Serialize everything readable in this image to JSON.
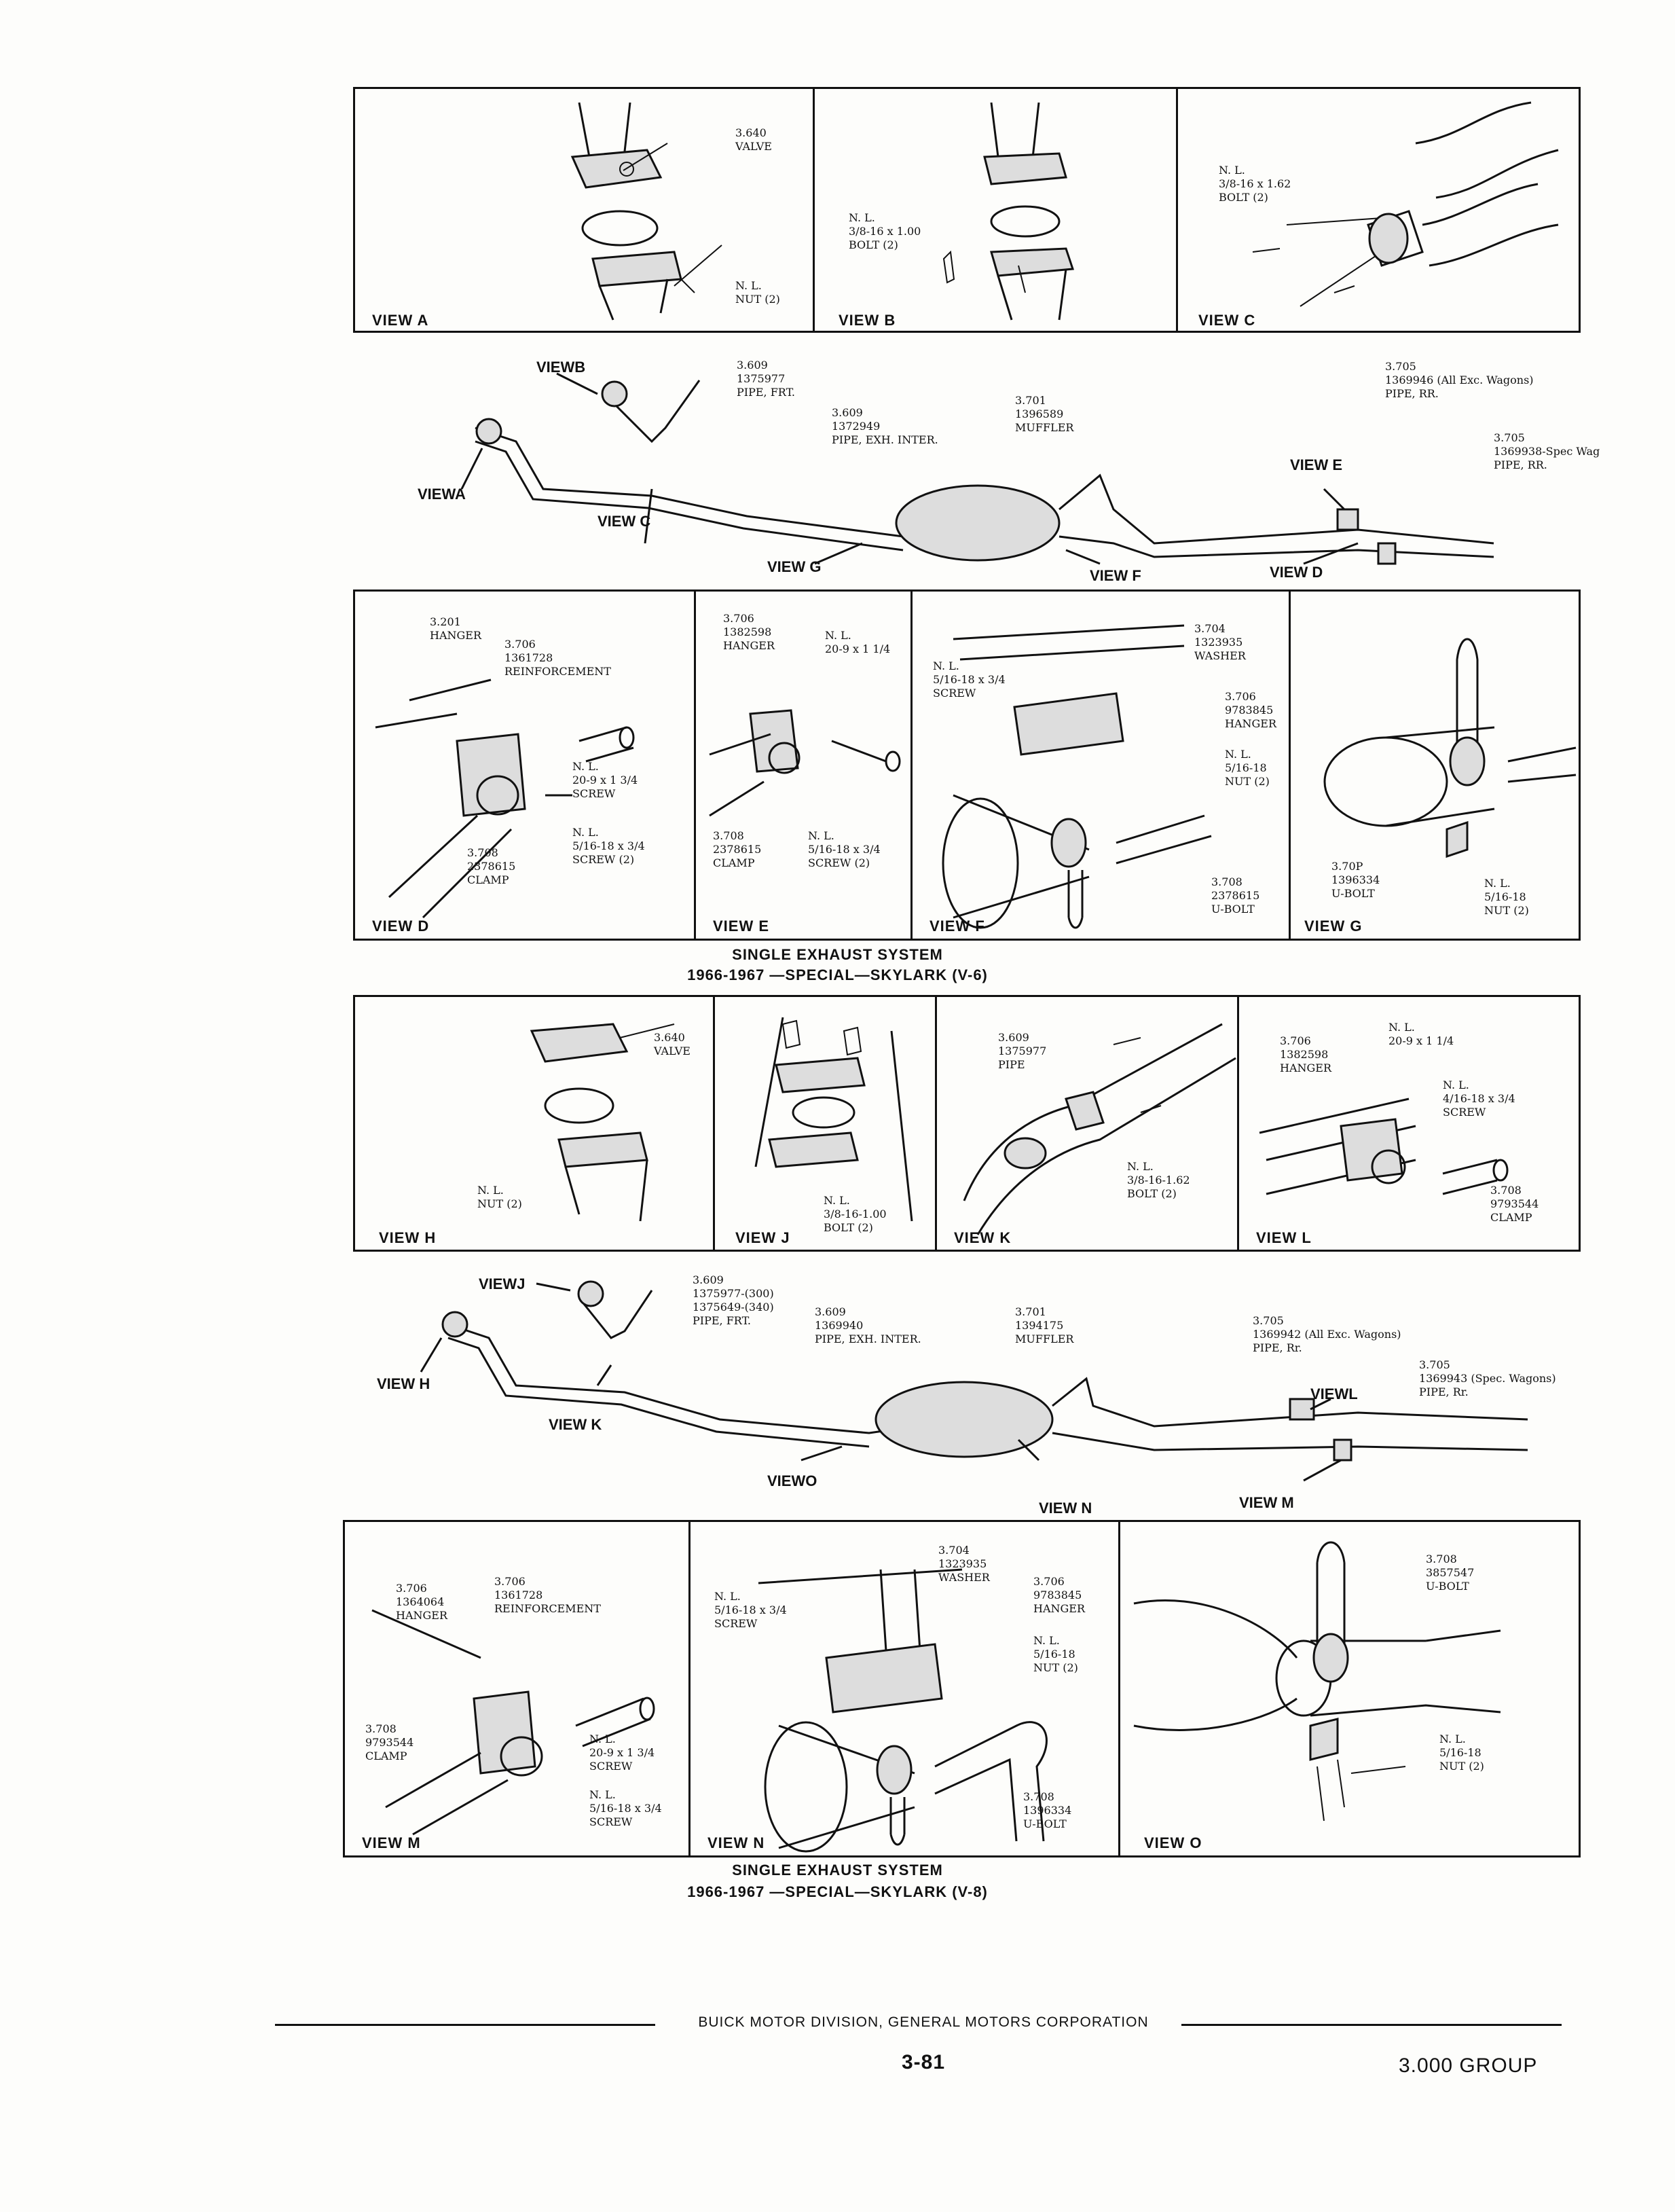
{
  "v6": {
    "caption_line1": "SINGLE EXHAUST SYSTEM",
    "caption_line2": "1966-1967 —SPECIAL—SKYLARK (V-6)",
    "view_a": {
      "label": "VIEW A",
      "valve": "3.640\nVALVE",
      "nut": "N. L.\nNUT (2)"
    },
    "view_b": {
      "label": "VIEW B",
      "bolt": "N. L.\n3/8-16 x 1.00\nBOLT (2)"
    },
    "view_c": {
      "label": "VIEW C",
      "bolt": "N. L.\n3/8-16 x 1.62\nBOLT (2)"
    },
    "overview": {
      "arrow_viewb": "VIEWB",
      "arrow_viewa": "VIEWA",
      "arrow_viewc": "VIEW C",
      "arrow_viewg": "VIEW G",
      "arrow_viewf": "VIEW F",
      "arrow_viewe": "VIEW E",
      "arrow_viewd": "VIEW D",
      "pipe_frt": "3.609\n1375977\nPIPE, FRT.",
      "pipe_inter": "3.609\n1372949\nPIPE, EXH. INTER.",
      "muffler": "3.701\n1396589\nMUFFLER",
      "pipe_rr1": "3.705\n1369946 (All Exc. Wagons)\nPIPE, RR.",
      "pipe_rr2": "3.705\n1369938-Spec Wag\nPIPE, RR."
    },
    "view_d": {
      "label": "VIEW D",
      "hanger": "3.201\nHANGER",
      "reinf": "3.706\n1361728\nREINFORCEMENT",
      "screw1": "N. L.\n20-9 x 1 3/4\nSCREW",
      "screw2": "N. L.\n5/16-18 x 3/4\nSCREW (2)",
      "clamp": "3.708\n2378615\nCLAMP"
    },
    "view_e": {
      "label": "VIEW E",
      "hanger": "3.706\n1382598\nHANGER",
      "nl": "N. L.\n20-9 x 1 1/4",
      "clamp": "3.708\n2378615\nCLAMP",
      "screw": "N. L.\n5/16-18 x 3/4\nSCREW (2)"
    },
    "view_f": {
      "label": "VIEW F",
      "screw": "N. L.\n5/16-18 x 3/4\nSCREW",
      "washer": "3.704\n1323935\nWASHER",
      "hanger": "3.706\n9783845\nHANGER",
      "nut": "N. L.\n5/16-18\nNUT (2)",
      "ubolt": "3.708\n2378615\nU-BOLT"
    },
    "view_g": {
      "label": "VIEW G",
      "ubolt": "3.70P\n1396334\nU-BOLT",
      "nut": "N. L.\n5/16-18\nNUT (2)"
    }
  },
  "v8": {
    "caption_line1": "SINGLE EXHAUST SYSTEM",
    "caption_line2": "1966-1967 —SPECIAL—SKYLARK (V-8)",
    "view_h": {
      "label": "VIEW H",
      "valve": "3.640\nVALVE",
      "nut": "N. L.\nNUT (2)"
    },
    "view_j": {
      "label": "VIEW J",
      "bolt": "N. L.\n3/8-16-1.00\nBOLT (2)"
    },
    "view_k": {
      "label": "VIEW K",
      "pipe": "3.609\n1375977\nPIPE",
      "bolt": "N. L.\n3/8-16-1.62\nBOLT (2)"
    },
    "view_l": {
      "label": "VIEW L",
      "hanger": "3.706\n1382598\nHANGER",
      "nl1": "N. L.\n20-9 x 1 1/4",
      "screw": "N. L.\n4/16-18 x 3/4\nSCREW",
      "clamp": "3.708\n9793544\nCLAMP"
    },
    "overview": {
      "arrow_viewj": "VIEWJ",
      "arrow_viewh": "VIEW H",
      "arrow_viewk": "VIEW K",
      "arrow_viewo": "VIEWO",
      "arrow_viewn": "VIEW N",
      "arrow_viewl": "VIEWL",
      "arrow_viewm": "VIEW M",
      "pipe_frt": "3.609\n1375977-(300)\n1375649-(340)\nPIPE, FRT.",
      "pipe_inter": "3.609\n1369940\nPIPE, EXH. INTER.",
      "muffler": "3.701\n1394175\nMUFFLER",
      "pipe_rr1": "3.705\n1369942 (All Exc. Wagons)\nPIPE, Rr.",
      "pipe_rr2": "3.705\n1369943 (Spec. Wagons)\nPIPE, Rr."
    },
    "view_m": {
      "label": "VIEW M",
      "hanger": "3.706\n1364064\nHANGER",
      "reinf": "3.706\n1361728\nREINFORCEMENT",
      "clamp": "3.708\n9793544\nCLAMP",
      "screw1": "N. L.\n20-9 x 1 3/4\nSCREW",
      "screw2": "N. L.\n5/16-18 x 3/4\nSCREW"
    },
    "view_n": {
      "label": "VIEW N",
      "screw": "N. L.\n5/16-18 x 3/4\nSCREW",
      "washer": "3.704\n1323935\nWASHER",
      "hanger": "3.706\n9783845\nHANGER",
      "nut": "N. L.\n5/16-18\nNUT (2)",
      "ubolt": "3.708\n1396334\nU-BOLT"
    },
    "view_o": {
      "label": "VIEW O",
      "ubolt": "3.708\n3857547\nU-BOLT",
      "nut": "N. L.\n5/16-18\nNUT (2)"
    }
  },
  "footer": {
    "division": "BUICK MOTOR DIVISION, GENERAL MOTORS CORPORATION",
    "page": "3-81",
    "group": "3.000 GROUP"
  }
}
